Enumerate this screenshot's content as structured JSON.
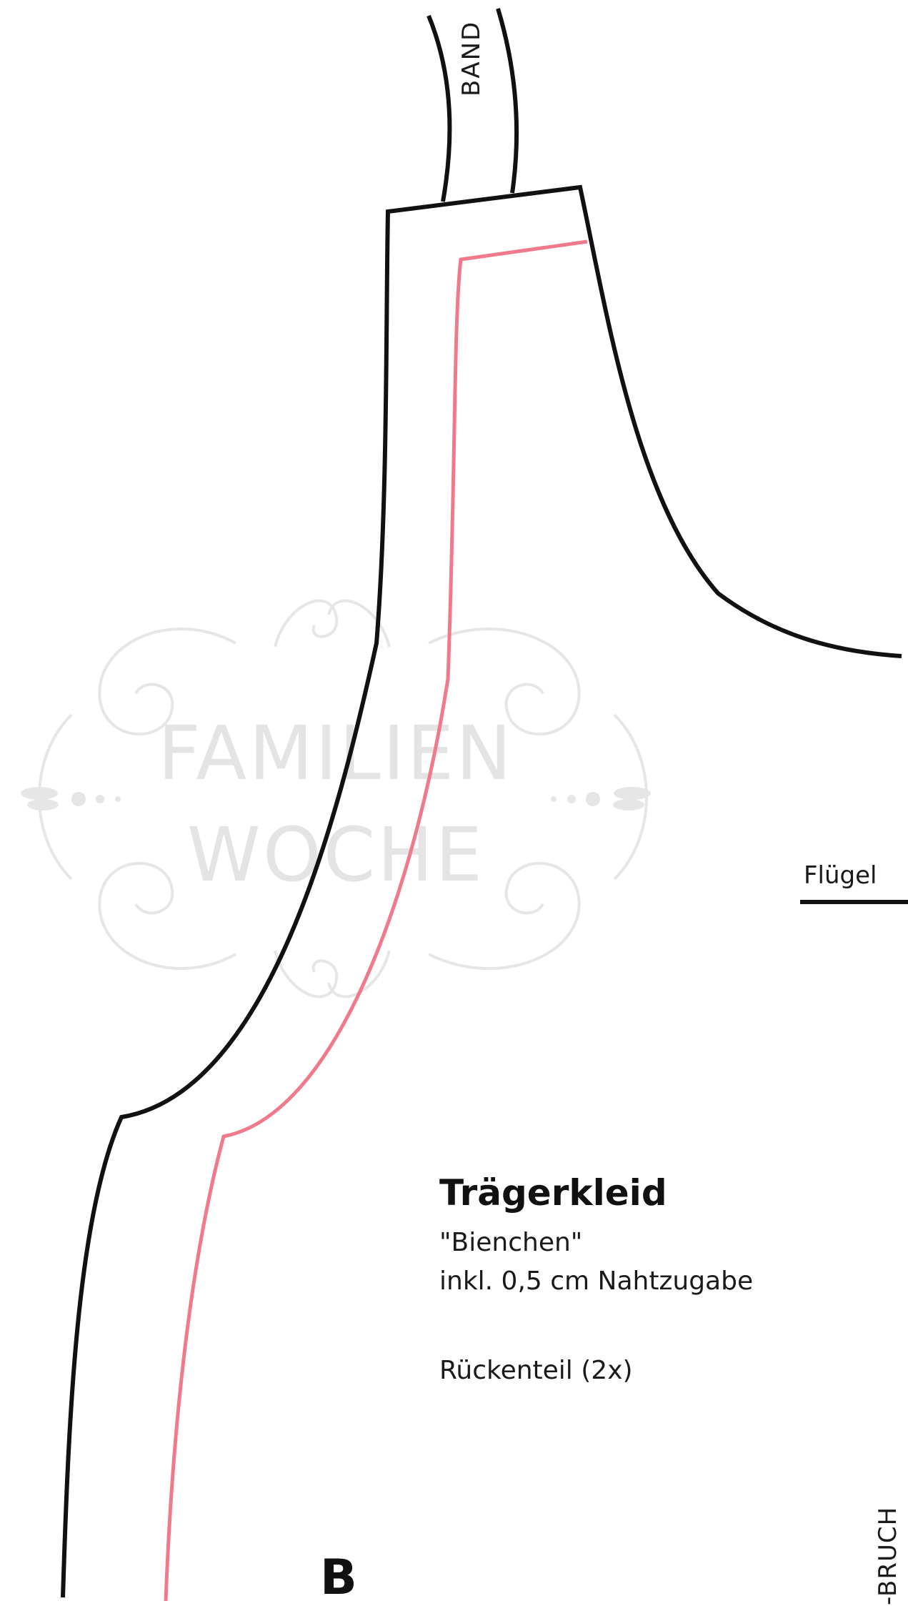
{
  "watermark": {
    "line1": "FAMILIEN",
    "line2": "WOCHE"
  },
  "labels": {
    "band": "BAND",
    "fluegel": "Flügel",
    "title": "Trägerkleid",
    "subtitle": "\"Bienchen\"",
    "seam_allowance": "inkl. 0,5 cm Nahtzugabe",
    "piece": "Rückenteil (2x)",
    "fold": "-BRUCH",
    "piece_letter": "B"
  },
  "colors": {
    "cut_line": "#111111",
    "seam_line": "#f07a8c",
    "watermark": "#e4e4e4"
  }
}
